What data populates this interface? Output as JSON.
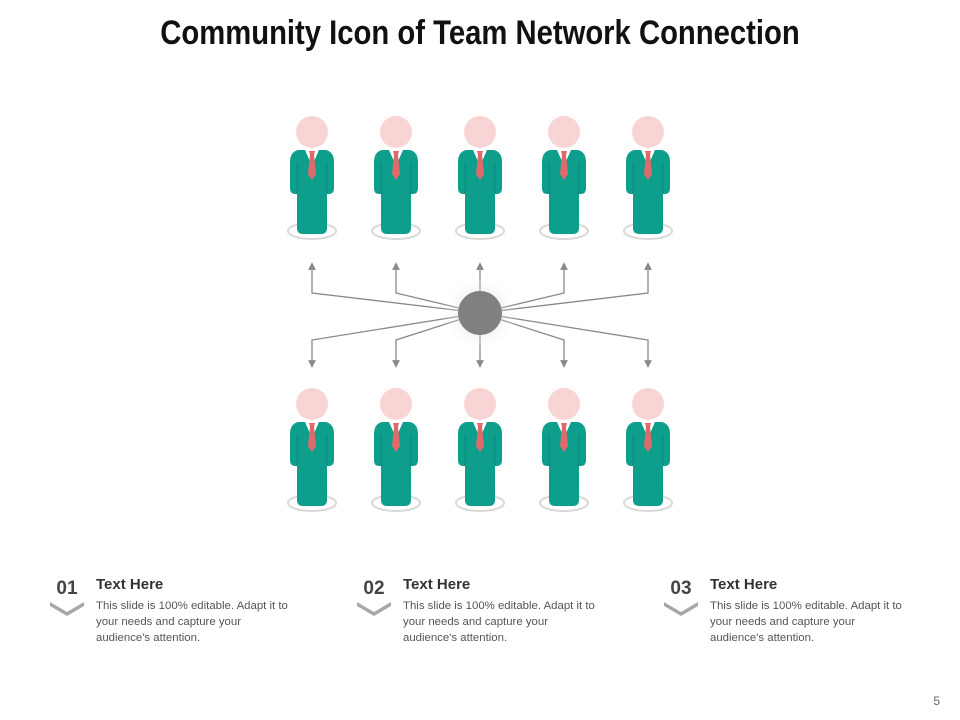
{
  "slide": {
    "title": "Community Icon of Team Network Connection",
    "page_number": "5"
  },
  "colors": {
    "suit": "#0e9e8c",
    "head": "#f9d4d4",
    "tie": "#e06a6a",
    "shirt": "#ffffff",
    "shadow": "#d9d9d9",
    "hub": "#808080",
    "connector": "#8a8a8a",
    "text_dark": "#333333",
    "chevron": "#9e9e9e"
  },
  "diagram": {
    "top_row_people": 5,
    "bottom_row_people": 5,
    "hub_icon": "network-hub-icon",
    "person_icon": "businessman-icon"
  },
  "info_items": [
    {
      "number": "01",
      "heading": "Text Here",
      "body": "This slide is 100% editable. Adapt it to your needs and capture your audience's attention."
    },
    {
      "number": "02",
      "heading": "Text Here",
      "body": "This slide is 100% editable. Adapt it to your needs and capture your audience's attention."
    },
    {
      "number": "03",
      "heading": "Text Here",
      "body": "This slide is 100% editable. Adapt it to your needs and capture your audience's attention."
    }
  ]
}
